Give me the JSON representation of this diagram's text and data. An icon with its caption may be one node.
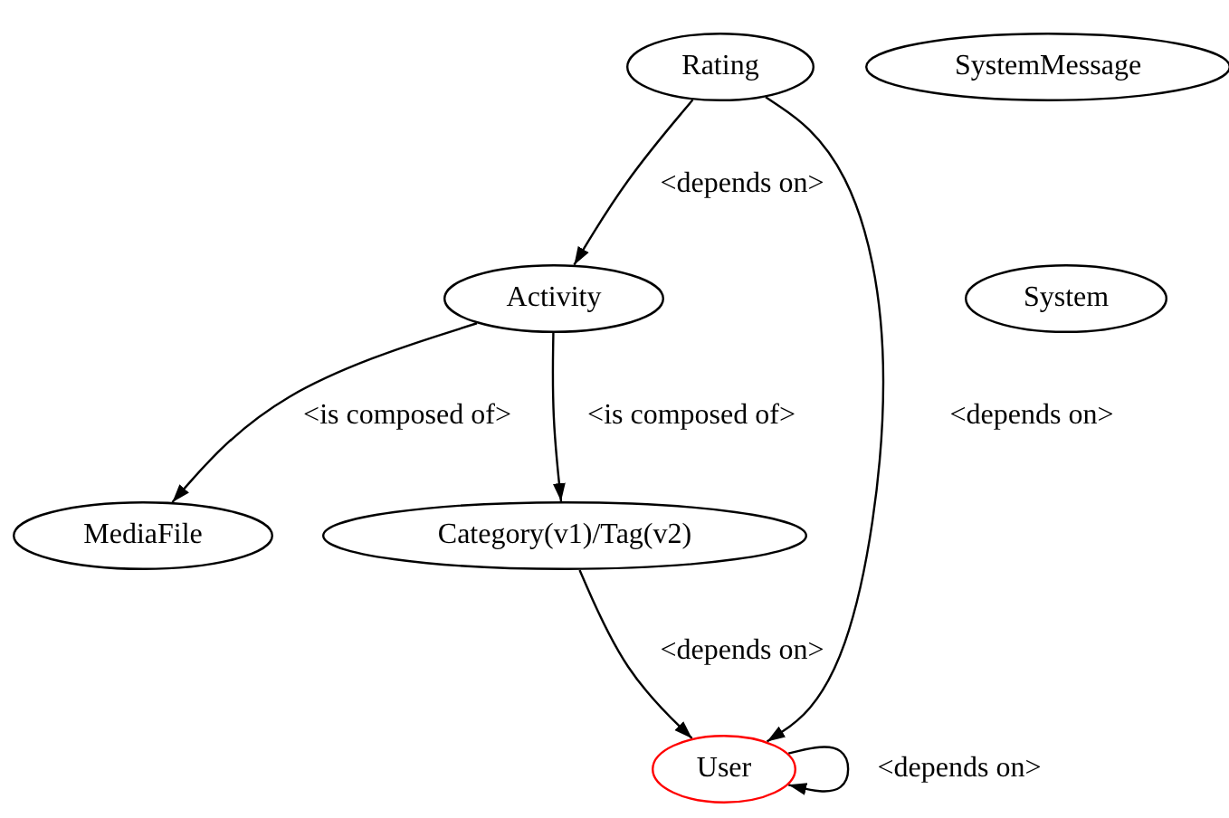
{
  "diagram": {
    "nodes": [
      {
        "text": [
          "Rating"
        ]
      },
      {
        "text": [
          "SystemMessage"
        ]
      },
      {
        "text": [
          "Activity"
        ]
      },
      {
        "text": [
          "System"
        ]
      },
      {
        "text": [
          "MediaFile"
        ]
      },
      {
        "text": [
          "Category(v1)/Tag(v2)"
        ]
      },
      {
        "text": [
          "User"
        ]
      }
    ],
    "edges": [
      {
        "from": 0,
        "to": 2,
        "arrow": "to",
        "label": "<depends on>"
      },
      {
        "from": 0,
        "to": 6,
        "arrow": "to",
        "label": "<depends on>"
      },
      {
        "from": 2,
        "to": 4,
        "arrow": "to",
        "label": "<is composed of>"
      },
      {
        "from": 2,
        "to": 5,
        "arrow": "to",
        "label": "<is composed of>"
      },
      {
        "from": 5,
        "to": 6,
        "arrow": "to",
        "label": "<depends on>"
      },
      {
        "from": 6,
        "to": 6,
        "arrow": "to",
        "label": "<depends on>"
      }
    ]
  }
}
